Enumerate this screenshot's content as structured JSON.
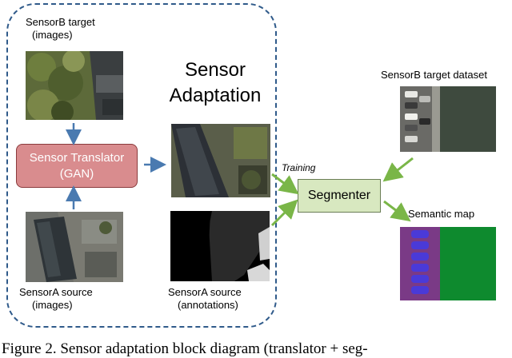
{
  "diagram": {
    "adaptation_title_line1": "Sensor",
    "adaptation_title_line2": "Adaptation",
    "sensorb_target_line1": "SensorB target",
    "sensorb_target_line2": "(images)",
    "translator_line1": "Sensor Translator",
    "translator_line2": "(GAN)",
    "sensora_source_images_line1": "SensorA source",
    "sensora_source_images_line2": "(images)",
    "sensora_source_annot_line1": "SensorA source",
    "sensora_source_annot_line2": "(annotations)",
    "training_label": "Training",
    "segmenter_label": "Segmenter",
    "target_dataset_label": "SensorB target dataset",
    "semantic_map_label": "Semantic map"
  },
  "caption": "Figure 2. Sensor adaptation block diagram (translator + seg-",
  "colors": {
    "dashed_border": "#2f5a8a",
    "blue_arrow": "#4a7ab0",
    "green_arrow": "#7ab648",
    "translator_fill": "#d98c8e",
    "segmenter_fill": "#d8e8c0",
    "map_purple": "#7a3a86",
    "map_green": "#0e8a2e",
    "map_blue": "#4a3ad8"
  }
}
